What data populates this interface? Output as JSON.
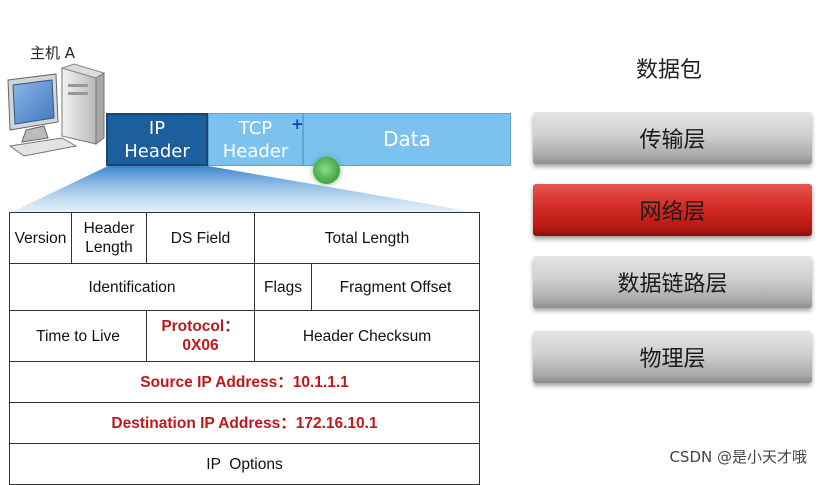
{
  "host": {
    "label": "主机 A"
  },
  "packet": {
    "ip_header": "IP\nHeader",
    "tcp_header": "TCP\nHeader",
    "data": "Data",
    "marker": "+"
  },
  "ip_header_fields": {
    "version": "Version",
    "header_length": "Header\nLength",
    "ds_field": "DS Field",
    "total_length": "Total Length",
    "identification": "Identification",
    "flags": "Flags",
    "fragment_offset": "Fragment Offset",
    "ttl": "Time to Live",
    "protocol": "Protocol：0X06",
    "header_checksum": "Header Checksum",
    "source_ip": "Source IP Address：10.1.1.1",
    "destination_ip": "Destination IP Address：172.16.10.1",
    "ip_options": "IP  Options"
  },
  "layer_stack": {
    "title": "数据包",
    "layers": [
      {
        "label": "传输层",
        "active": false
      },
      {
        "label": "网络层",
        "active": true
      },
      {
        "label": "数据链路层",
        "active": false
      },
      {
        "label": "物理层",
        "active": false
      }
    ]
  },
  "colors": {
    "ip_header_bg": "#1d5e9c",
    "tcp_data_bg": "#7cc2ee",
    "highlight_red": "#c0171c",
    "active_layer": "#d32a24"
  },
  "watermark": "CSDN @是小天才哦"
}
